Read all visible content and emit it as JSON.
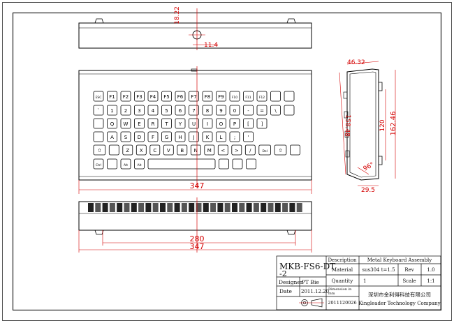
{
  "drawing": {
    "dim_color": "#d40000",
    "line_color": "#000000",
    "top_view": {
      "dims": {
        "height": "18.22",
        "hole": "11.4"
      }
    },
    "front_view": {
      "dims": {
        "width": "347"
      },
      "keyboard_rows": [
        [
          "ESC",
          "F1",
          "F2",
          "F3",
          "F4",
          "F5",
          "F6",
          "F7",
          "F8",
          "F9",
          "F10",
          "F11",
          "F12",
          "",
          ""
        ],
        [
          "`",
          "1",
          "2",
          "3",
          "4",
          "5",
          "6",
          "7",
          "8",
          "9",
          "0",
          "-",
          "=",
          "\\",
          ""
        ],
        [
          "",
          "Q",
          "W",
          "E",
          "R",
          "T",
          "Y",
          "U",
          "I",
          "O",
          "P",
          "[",
          "]"
        ],
        [
          "",
          "A",
          "S",
          "D",
          "F",
          "G",
          "H",
          "J",
          "K",
          "L",
          ";",
          "'"
        ],
        [
          "⇧",
          "",
          "Z",
          "X",
          "C",
          "V",
          "B",
          "N",
          "M",
          "<",
          ">",
          "/",
          "Del",
          "⇧",
          ""
        ],
        [
          "Ctrl",
          "",
          "Alt",
          "Alt",
          "",
          "",
          "",
          ""
        ]
      ]
    },
    "side_view": {
      "dims": {
        "top_depth": "46.32",
        "left_height": "158.48",
        "key_height": "120",
        "total_height": "162.46",
        "angle": "96°",
        "base_depth": "29.5"
      }
    },
    "bottom_view": {
      "dims": {
        "inner_width": "280",
        "width": "347"
      }
    }
  },
  "title_block": {
    "model_line1": "MKB-FS6-DT",
    "model_line2": "-2",
    "designer_label": "Designer",
    "designer_value": "PT Bie",
    "date_label": "Date",
    "date_value": "2011.12.20",
    "description_label": "Description",
    "description_value": "Metal Keyboard Assembly",
    "material_label": "Material",
    "material_value": "sus304 t=1.5",
    "rev_label": "Rev",
    "rev_value": "1.0",
    "quantity_label": "Quantity",
    "quantity_value": "1",
    "scale_label": "Scale",
    "scale_value": "1:1",
    "dimension_label_1": "Dimension in",
    "dimension_label_2": "mm",
    "drawing_number": "2011120026",
    "company_cn": "深圳市金利得科技有限公司",
    "company_en": "Kingleader Technology Company"
  }
}
